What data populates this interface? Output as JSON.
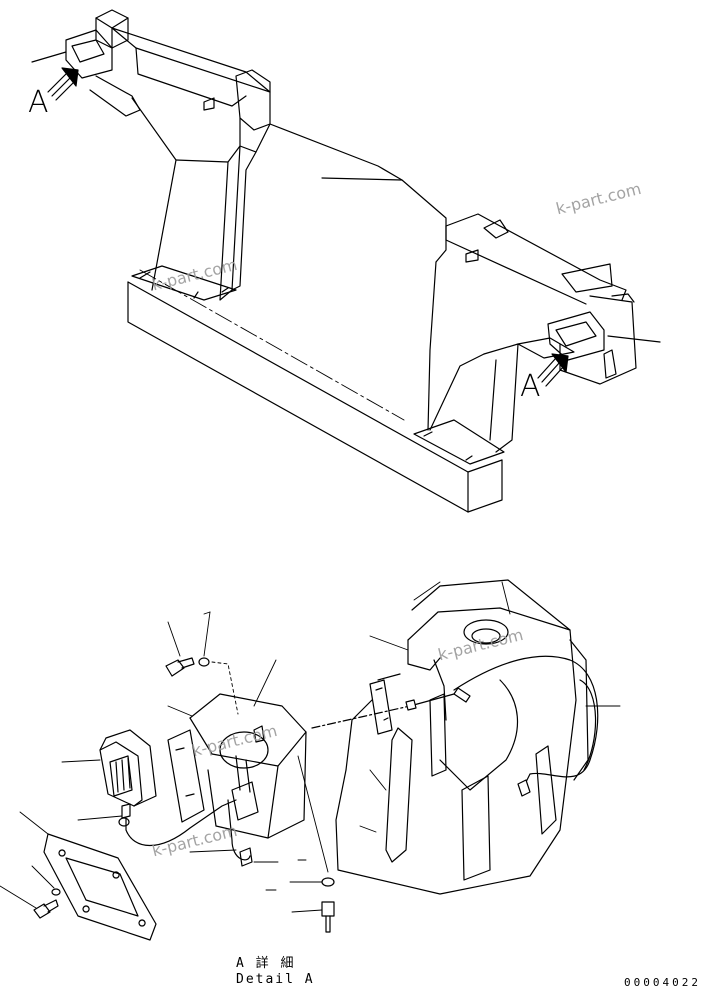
{
  "labels": {
    "view_a_upper_left": "A",
    "view_a_upper_right": "A",
    "detail_caption_jp": "A 詳 細",
    "detail_caption_en": "Detail A",
    "drawing_number": "00004022"
  },
  "watermarks": {
    "text_1": "k-part.com",
    "text_2": "k-part.com",
    "text_3": "k-part.com",
    "text_4": "k-part.com",
    "text_5": "k-part.com"
  },
  "colors": {
    "line": "#000000",
    "watermark": "#9a9a9a",
    "background": "#ffffff"
  }
}
